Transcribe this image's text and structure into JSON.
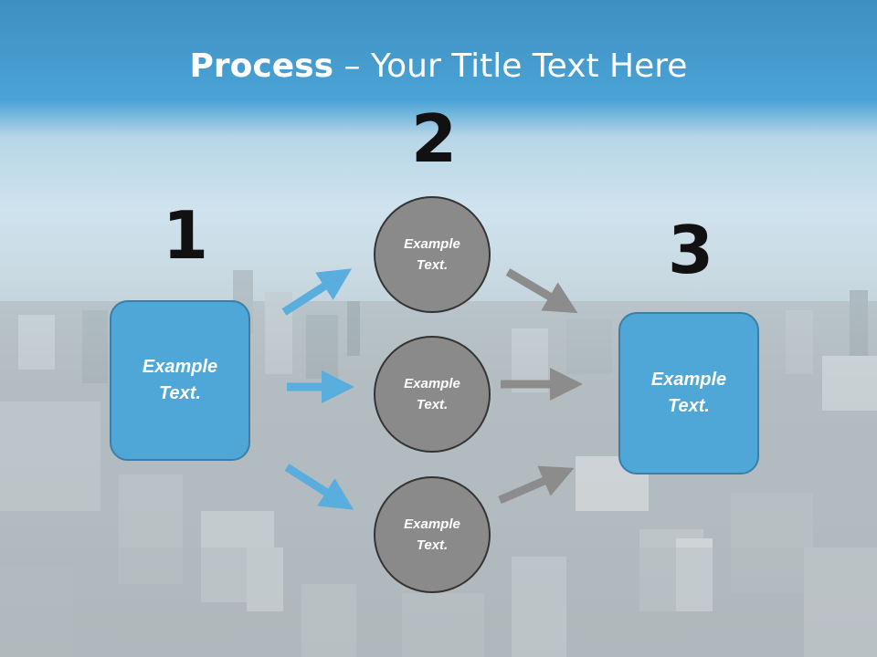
{
  "title": {
    "bold": "Process",
    "rest": " – Your Title Text Here"
  },
  "steps": [
    {
      "number": "1"
    },
    {
      "number": "2"
    },
    {
      "number": "3"
    }
  ],
  "left_box": {
    "text": "Example\nText."
  },
  "right_box": {
    "text": "Example\nText."
  },
  "circles": [
    {
      "text": "Example\nText."
    },
    {
      "text": "Example\nText."
    },
    {
      "text": "Example\nText."
    }
  ],
  "colors": {
    "box_fill": "#4ea7d7",
    "circle_fill": "#8a8a8a",
    "arrow_blue": "#5aaede",
    "arrow_gray": "#8c8c8c"
  }
}
